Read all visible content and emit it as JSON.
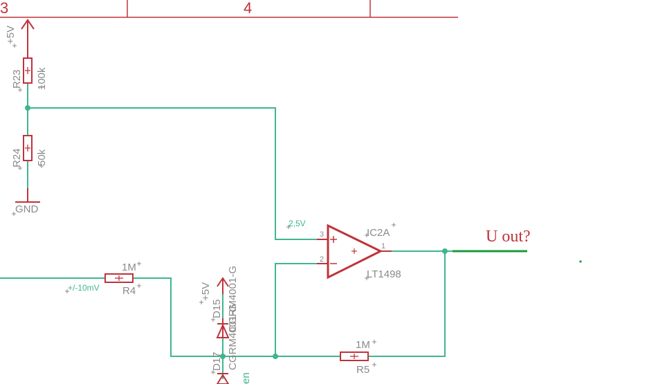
{
  "frame": {
    "col_left": "3",
    "col_mid": "4"
  },
  "supply": {
    "r23_vcc": "+5V",
    "d15_vcc": "+5V",
    "gnd": "GND"
  },
  "r23": {
    "name": "R23",
    "value": "100k"
  },
  "r24": {
    "name": "R24",
    "value": "50k"
  },
  "r4": {
    "name": "R4",
    "value": "1M"
  },
  "r5": {
    "name": "R5",
    "value": "1M"
  },
  "d15": {
    "name": "D15",
    "part": "CGRM4001-G"
  },
  "d17": {
    "name": "D17",
    "part": "CGRM4001-G"
  },
  "opamp": {
    "name": "IC2A",
    "part": "LT1498",
    "pin_plus": "3",
    "pin_minus": "2",
    "pin_out": "1"
  },
  "nets": {
    "vref": "2,5V",
    "input": "+/-10mV",
    "partial_label": "en"
  },
  "annotation": {
    "question": "U out?"
  },
  "colors": {
    "wire": "#3fb58f",
    "part": "#c0323a",
    "text": "#8a8a8a"
  }
}
